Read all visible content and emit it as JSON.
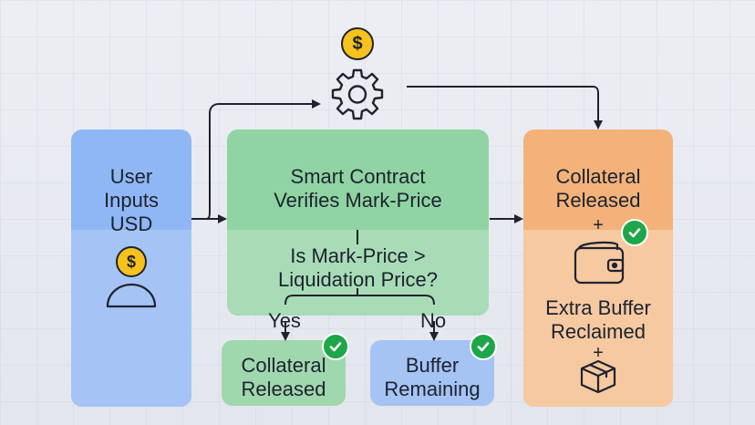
{
  "user_box": {
    "label_line1": "User",
    "label_line2": "Inputs",
    "label_line3": "USD",
    "coin_symbol": "$"
  },
  "gear": {
    "coin_symbol": "$"
  },
  "contract_box": {
    "title_line1": "Smart Contract",
    "title_line2": "Verifies Mark-Price",
    "question_line1": "Is Mark-Price >",
    "question_line2": "Liquidation Price?"
  },
  "branches": {
    "yes_label": "Yes",
    "no_label": "No"
  },
  "yes_box": {
    "label_line1": "Collateral",
    "label_line2": "Released"
  },
  "no_box": {
    "label_line1": "Buffer",
    "label_line2": "Remaining"
  },
  "result_box": {
    "title_line1": "Collateral",
    "title_line2": "Released",
    "plus1": "+",
    "buffer_line1": "Extra Buffer",
    "buffer_line2": "Reclaimed",
    "plus2": "+"
  },
  "colors": {
    "blue": "#8fb5f2",
    "green": "#8fd3a0",
    "orange": "#f2b073",
    "check": "#1fa64a",
    "coin": "#f7c21d"
  }
}
